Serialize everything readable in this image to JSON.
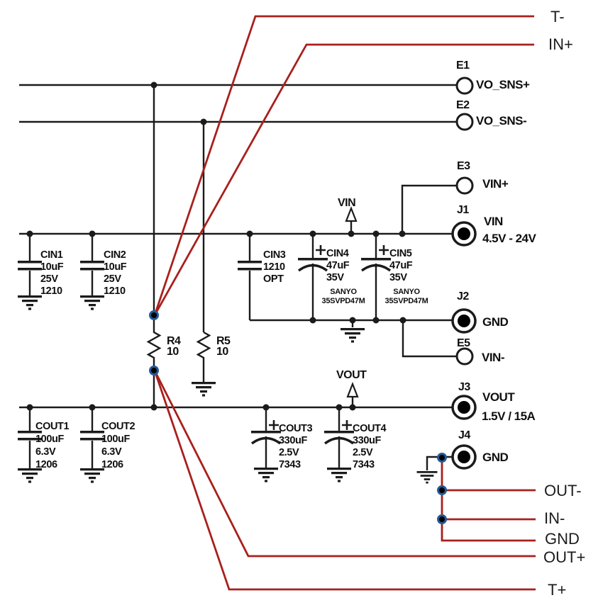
{
  "colors": {
    "wire": "#1b1b1b",
    "signal": "#a8201c",
    "node_ring": "#235a97"
  },
  "signals": {
    "t_minus": "T-",
    "in_plus": "IN+",
    "out_minus": "OUT-",
    "in_minus": "IN-",
    "gnd": "GND",
    "out_plus": "OUT+",
    "t_plus": "T+"
  },
  "net_flags": {
    "vin": "VIN",
    "vout": "VOUT"
  },
  "connectors": {
    "e1": {
      "ref": "E1",
      "name": "VO_SNS+"
    },
    "e2": {
      "ref": "E2",
      "name": "VO_SNS-"
    },
    "e3": {
      "ref": "E3",
      "name": "VIN+"
    },
    "j1": {
      "ref": "J1",
      "name": "VIN",
      "rating": "4.5V - 24V"
    },
    "j2": {
      "ref": "J2",
      "name": "GND"
    },
    "e5": {
      "ref": "E5",
      "name": "VIN-"
    },
    "j3": {
      "ref": "J3",
      "name": "VOUT",
      "rating": "1.5V / 15A"
    },
    "j4": {
      "ref": "J4",
      "name": "GND"
    }
  },
  "capacitors": {
    "cin1": {
      "lines": [
        "CIN1",
        "10uF",
        "25V",
        "1210"
      ]
    },
    "cin2": {
      "lines": [
        "CIN2",
        "10uF",
        "25V",
        "1210"
      ]
    },
    "cin3": {
      "lines": [
        "CIN3",
        "1210",
        "OPT"
      ]
    },
    "cin4": {
      "lines": [
        "CIN4",
        "47uF",
        "35V"
      ],
      "mfr": [
        "SANYO",
        "35SVPD47M"
      ]
    },
    "cin5": {
      "lines": [
        "CIN5",
        "47uF",
        "35V"
      ],
      "mfr": [
        "SANYO",
        "35SVPD47M"
      ]
    },
    "cout1": {
      "lines": [
        "COUT1",
        "100uF",
        "6.3V",
        "1206"
      ]
    },
    "cout2": {
      "lines": [
        "COUT2",
        "100uF",
        "6.3V",
        "1206"
      ]
    },
    "cout3": {
      "lines": [
        "COUT3",
        "330uF",
        "2.5V",
        "7343"
      ]
    },
    "cout4": {
      "lines": [
        "COUT4",
        "330uF",
        "2.5V",
        "7343"
      ]
    }
  },
  "resistors": {
    "r4": {
      "ref": "R4",
      "value": "10"
    },
    "r5": {
      "ref": "R5",
      "value": "10"
    }
  }
}
